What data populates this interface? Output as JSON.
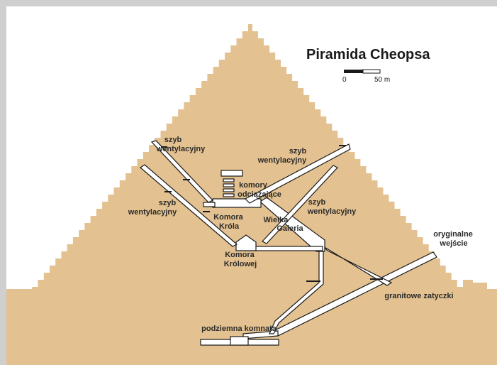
{
  "title": "Piramida Cheopsa",
  "scale": {
    "zero": "0",
    "end": "50 m"
  },
  "labels": {
    "shaft_north_upper": [
      "szyb",
      "wentylacyjny"
    ],
    "shaft_south_upper": [
      "szyb",
      "wentylacyjny"
    ],
    "shaft_north_lower": [
      "szyb",
      "wentylacyjny"
    ],
    "shaft_south_lower": [
      "szyb",
      "wentylacyjny"
    ],
    "relieving_chambers": [
      "komory",
      "odciążające"
    ],
    "kings_chamber": [
      "Komora",
      "Króla"
    ],
    "grand_gallery": [
      "Wielka",
      "Galeria"
    ],
    "queens_chamber": [
      "Komora",
      "Królowej"
    ],
    "original_entrance": [
      "oryginalne",
      "wejście"
    ],
    "granite_plugs": "granitowe zatyczki",
    "subterranean_chamber": "podziemna komnata"
  },
  "colors": {
    "stone": "#e3c190",
    "passage": "#ffffff",
    "frame": "#cfcfcf",
    "line": "#1a1a1a"
  }
}
